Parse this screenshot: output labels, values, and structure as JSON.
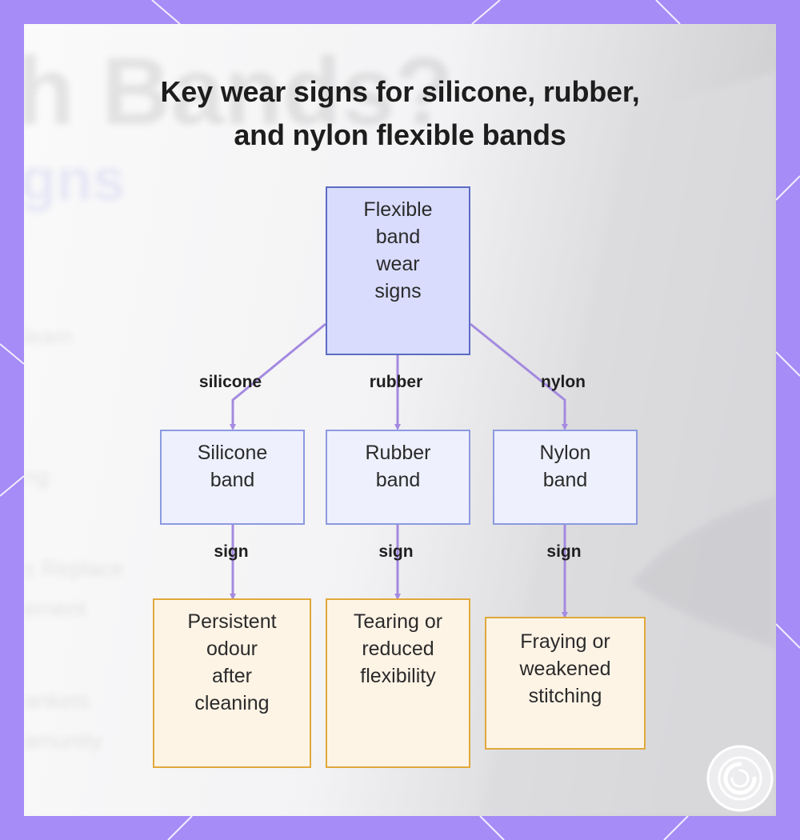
{
  "title_lines": [
    "Key wear signs for silicone, rubber,",
    "and nylon flexible bands"
  ],
  "background": {
    "ghost_heading": "h Bands?",
    "ghost_subheading": "gns",
    "ghost_list": [
      "leam",
      "ng",
      "s Replace",
      "ement",
      "ankets",
      "amunity"
    ]
  },
  "nodes": {
    "root": [
      "Flexible",
      "band",
      "wear",
      "signs"
    ],
    "silicone": [
      "Silicone",
      "band"
    ],
    "rubber": [
      "Rubber",
      "band"
    ],
    "nylon": [
      "Nylon",
      "band"
    ],
    "silicone_sign": [
      "Persistent",
      "odour",
      "after",
      "cleaning"
    ],
    "rubber_sign": [
      "Tearing or",
      "reduced",
      "flexibility"
    ],
    "nylon_sign": [
      "Fraying or",
      "weakened",
      "stitching"
    ]
  },
  "edge_labels": {
    "silicone": "silicone",
    "rubber": "rubber",
    "nylon": "nylon",
    "sign_silicone": "sign",
    "sign_rubber": "sign",
    "sign_nylon": "sign"
  },
  "colors": {
    "frame": "#a58cf6",
    "root_fill": "#d9dcfd",
    "root_border": "#5b6cc4",
    "mid_fill": "#eef0fe",
    "mid_border": "#8c9ae0",
    "leaf_fill": "#fef4e6",
    "leaf_border": "#e0a83a",
    "edge": "#a48ae0"
  },
  "icons": {
    "logo": "circular-brand-logo-icon"
  }
}
